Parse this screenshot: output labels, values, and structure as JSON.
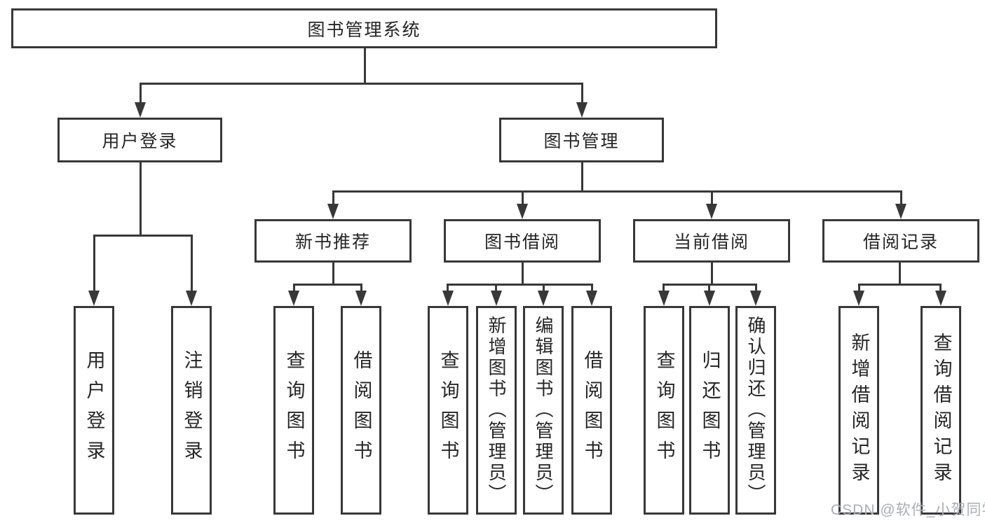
{
  "diagram": {
    "root": "图书管理系统",
    "level2": [
      "用户登录",
      "图书管理"
    ],
    "level3": [
      "新书推荐",
      "图书借阅",
      "当前借阅",
      "借阅记录"
    ],
    "leaves_user_login": [
      "用户登录",
      "注销登录"
    ],
    "leaves_new_books": [
      "查询图书",
      "借阅图书"
    ],
    "leaves_book_borrow": [
      "查询图书",
      "新增图书（管理员）",
      "编辑图书（管理员）",
      "借阅图书"
    ],
    "leaves_current_borrow": [
      "查询图书",
      "归还图书",
      "确认归还（管理员）"
    ],
    "leaves_borrow_records": [
      "新增借阅记录",
      "查询借阅记录"
    ]
  },
  "watermark": "CSDN @软件_小贺同学",
  "colors": {
    "line": "#383838",
    "text": "#262626",
    "background": "#ffffff",
    "watermark": "#a9aeb6"
  }
}
